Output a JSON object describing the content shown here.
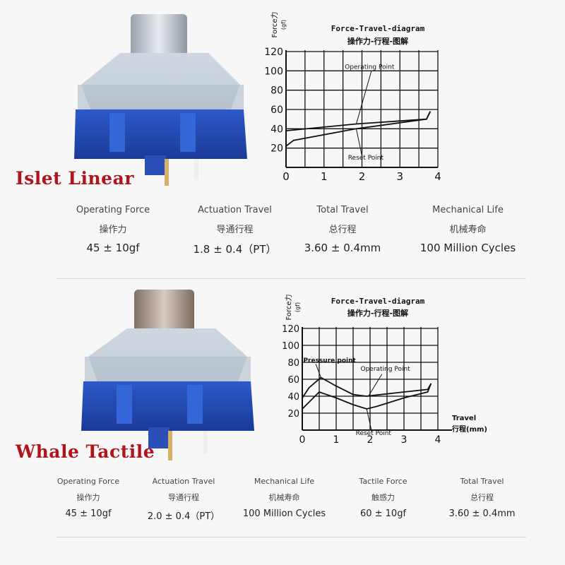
{
  "products": [
    {
      "name": "Islet Linear",
      "chart": {
        "title_en": "Force-Travel-diagram",
        "title_zh": "操作力-行程-图解",
        "y_label": "Force力",
        "y_unit": "(gf)",
        "x_label": "",
        "x_unit": "",
        "annot_operating": "Operating Point",
        "annot_reset": "Reset Point",
        "annot_pressure": ""
      },
      "specs": [
        {
          "en": "Operating Force",
          "zh": "操作力",
          "value": "45 ± 10gf"
        },
        {
          "en": "Actuation Travel",
          "zh": "导通行程",
          "value": "1.8 ± 0.4（PT）"
        },
        {
          "en": "Total Travel",
          "zh": "总行程",
          "value": "3.60 ± 0.4mm"
        },
        {
          "en": "Mechanical Life",
          "zh": "机械寿命",
          "value": "100 Million Cycles"
        }
      ]
    },
    {
      "name": "Whale Tactile",
      "chart": {
        "title_en": "Force-Travel-diagram",
        "title_zh": "操作力-行程-图解",
        "y_label": "Force力",
        "y_unit": "(gf)",
        "x_label": "Travel",
        "x_unit": "行程(mm)",
        "annot_operating": "Operating Point",
        "annot_reset": "Reset Point",
        "annot_pressure": "Pressure point"
      },
      "specs": [
        {
          "en": "Operating Force",
          "zh": "操作力",
          "value": "45 ± 10gf"
        },
        {
          "en": "Actuation Travel",
          "zh": "导通行程",
          "value": "2.0 ± 0.4（PT）"
        },
        {
          "en": "Mechanical Life",
          "zh": "机械寿命",
          "value": "100 Million Cycles"
        },
        {
          "en": "Tactile Force",
          "zh": "触感力",
          "value": "60 ± 10gf"
        },
        {
          "en": "Total Travel",
          "zh": "总行程",
          "value": "3.60 ± 0.4mm"
        }
      ]
    }
  ],
  "chart_data": [
    {
      "type": "line",
      "title": "Force-Travel-diagram",
      "subtitle": "操作力-行程-图解",
      "ylabel": "Force力 (gf)",
      "xlabel": "",
      "x_ticks": [
        0,
        1,
        2,
        3,
        4
      ],
      "y_ticks": [
        20,
        40,
        60,
        80,
        100,
        120
      ],
      "xlim": [
        0,
        4
      ],
      "ylim": [
        0,
        120
      ],
      "series": [
        {
          "x": [
            0,
            1.85,
            3.7,
            3.8
          ],
          "y": [
            38,
            45,
            50,
            58
          ]
        },
        {
          "x": [
            0,
            0.2,
            1.85,
            3.7,
            3.8
          ],
          "y": [
            22,
            28,
            40,
            50,
            58
          ]
        }
      ],
      "annotations": [
        {
          "text": "Operating Point",
          "x": 1.85,
          "y": 45
        },
        {
          "text": "Reset Point",
          "x": 1.85,
          "y": 40
        }
      ],
      "grid": true
    },
    {
      "type": "line",
      "title": "Force-Travel-diagram",
      "subtitle": "操作力-行程-图解",
      "ylabel": "Force力 (gf)",
      "xlabel": "Travel 行程(mm)",
      "x_ticks": [
        0,
        1,
        2,
        3,
        4
      ],
      "y_ticks": [
        20,
        40,
        60,
        80,
        100,
        120
      ],
      "xlim": [
        0,
        4
      ],
      "ylim": [
        0,
        120
      ],
      "series": [
        {
          "x": [
            0,
            0.2,
            0.55,
            1.0,
            1.5,
            1.9,
            2.1,
            3.0,
            3.7,
            3.8
          ],
          "y": [
            38,
            50,
            62,
            52,
            42,
            40,
            41,
            45,
            48,
            55
          ]
        },
        {
          "x": [
            0,
            0.5,
            1.0,
            1.5,
            1.9,
            2.2,
            3.0,
            3.7,
            3.8
          ],
          "y": [
            25,
            45,
            38,
            30,
            25,
            28,
            38,
            45,
            55
          ]
        }
      ],
      "annotations": [
        {
          "text": "Pressure point",
          "x": 0.55,
          "y": 62
        },
        {
          "text": "Operating Point",
          "x": 1.95,
          "y": 40
        },
        {
          "text": "Reset Point",
          "x": 1.9,
          "y": 25
        }
      ],
      "grid": true
    }
  ]
}
